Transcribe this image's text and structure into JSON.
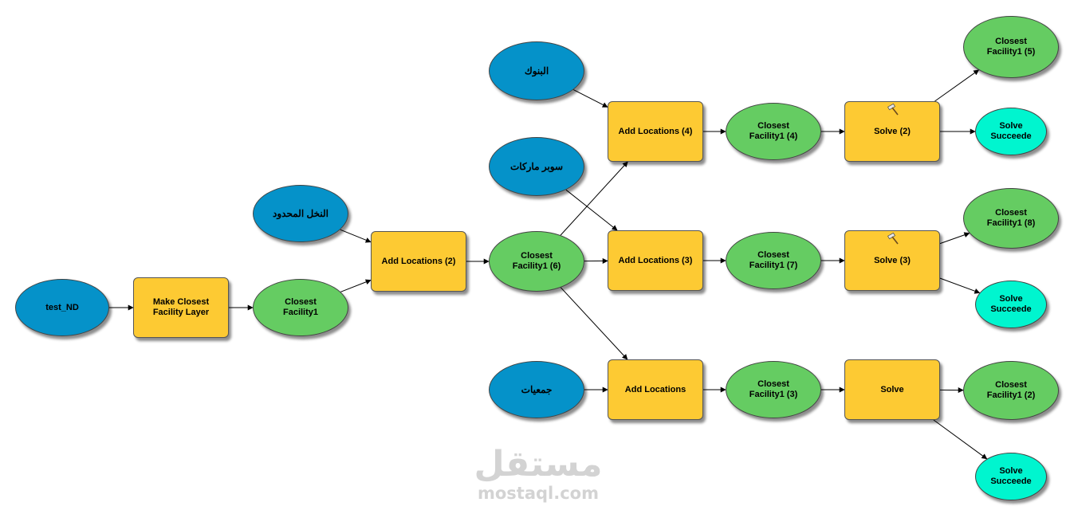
{
  "diagram": {
    "colors": {
      "input": "#0592c9",
      "output": "#65cc62",
      "tool": "#fdca33",
      "derived": "#00f5cf"
    },
    "nodes": [
      {
        "id": "test_nd",
        "label": "test_ND",
        "kind": "input"
      },
      {
        "id": "make_cf",
        "label": "Make Closest\nFacility Layer",
        "kind": "tool"
      },
      {
        "id": "cf1",
        "label": "Closest\nFacility1",
        "kind": "output"
      },
      {
        "id": "in_nakhl",
        "label": "النخل المحدود",
        "kind": "input"
      },
      {
        "id": "addloc2",
        "label": "Add Locations (2)",
        "kind": "tool"
      },
      {
        "id": "cf1_6",
        "label": "Closest\nFacility1 (6)",
        "kind": "output"
      },
      {
        "id": "in_banks",
        "label": "البنوك",
        "kind": "input"
      },
      {
        "id": "in_markets",
        "label": "سوبر ماركات",
        "kind": "input"
      },
      {
        "id": "in_assoc",
        "label": "جمعيات",
        "kind": "input"
      },
      {
        "id": "addloc4",
        "label": "Add Locations (4)",
        "kind": "tool"
      },
      {
        "id": "addloc3",
        "label": "Add Locations (3)",
        "kind": "tool"
      },
      {
        "id": "addloc",
        "label": "Add Locations",
        "kind": "tool"
      },
      {
        "id": "cf1_4",
        "label": "Closest\nFacility1 (4)",
        "kind": "output"
      },
      {
        "id": "cf1_7",
        "label": "Closest\nFacility1 (7)",
        "kind": "output"
      },
      {
        "id": "cf1_3",
        "label": "Closest\nFacility1 (3)",
        "kind": "output"
      },
      {
        "id": "solve2",
        "label": "Solve (2)",
        "kind": "tool",
        "hammer": true
      },
      {
        "id": "solve3",
        "label": "Solve (3)",
        "kind": "tool",
        "hammer": true
      },
      {
        "id": "solve",
        "label": "Solve",
        "kind": "tool"
      },
      {
        "id": "cf1_5",
        "label": "Closest\nFacility1 (5)",
        "kind": "output"
      },
      {
        "id": "succ_a",
        "label": "Solve\nSucceede",
        "kind": "derived"
      },
      {
        "id": "cf1_8",
        "label": "Closest\nFacility1 (8)",
        "kind": "output"
      },
      {
        "id": "succ_b",
        "label": "Solve\nSucceede",
        "kind": "derived"
      },
      {
        "id": "cf1_2",
        "label": "Closest\nFacility1 (2)",
        "kind": "output"
      },
      {
        "id": "succ_c",
        "label": "Solve\nSucceede",
        "kind": "derived"
      }
    ],
    "edges": [
      [
        "test_nd",
        "make_cf"
      ],
      [
        "make_cf",
        "cf1"
      ],
      [
        "cf1",
        "addloc2"
      ],
      [
        "in_nakhl",
        "addloc2"
      ],
      [
        "addloc2",
        "cf1_6"
      ],
      [
        "in_banks",
        "addloc4"
      ],
      [
        "cf1_6",
        "addloc4"
      ],
      [
        "in_markets",
        "addloc3"
      ],
      [
        "cf1_6",
        "addloc3"
      ],
      [
        "cf1_6",
        "addloc"
      ],
      [
        "in_assoc",
        "addloc"
      ],
      [
        "addloc4",
        "cf1_4"
      ],
      [
        "addloc3",
        "cf1_7"
      ],
      [
        "addloc",
        "cf1_3"
      ],
      [
        "cf1_4",
        "solve2"
      ],
      [
        "cf1_7",
        "solve3"
      ],
      [
        "cf1_3",
        "solve"
      ],
      [
        "solve2",
        "cf1_5"
      ],
      [
        "solve2",
        "succ_a"
      ],
      [
        "solve3",
        "cf1_8"
      ],
      [
        "solve3",
        "succ_b"
      ],
      [
        "solve",
        "cf1_2"
      ],
      [
        "solve",
        "succ_c"
      ]
    ]
  },
  "watermark": {
    "logo": "مستقل",
    "url": "mostaql.com"
  }
}
